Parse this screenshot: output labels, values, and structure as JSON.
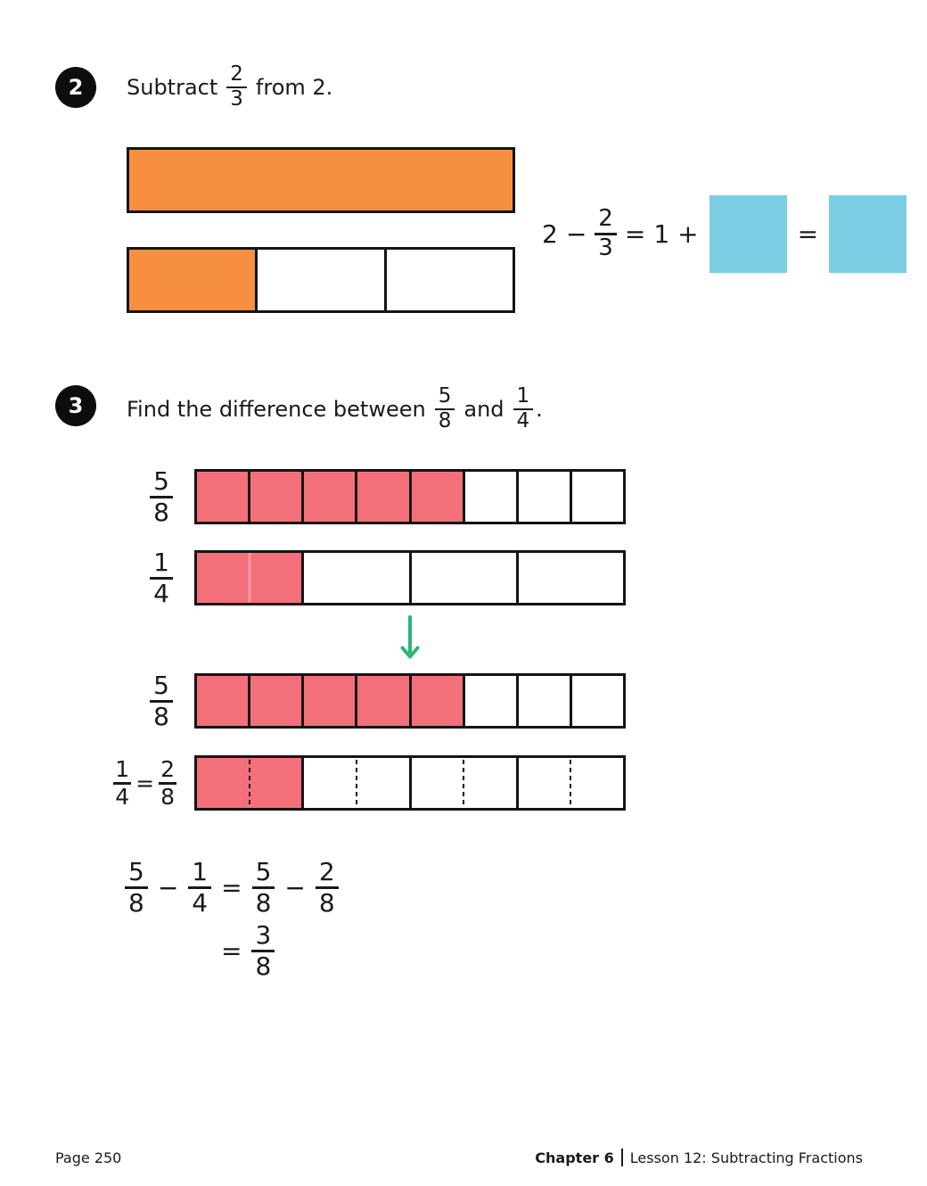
{
  "colors": {
    "orange": "#F78F40",
    "pink": "#F3707A",
    "blue": "#7BCEE4",
    "green": "#2BB673",
    "ink": "#1A1A1A"
  },
  "problem2": {
    "number": "2",
    "prompt": {
      "prefix": "Subtract",
      "frac_num": "2",
      "frac_den": "3",
      "suffix": "from 2."
    },
    "bars": {
      "whole": {
        "segments": 1,
        "filled": 1,
        "fill_key": "orange"
      },
      "thirds": {
        "segments": 3,
        "filled": 1,
        "fill_key": "orange"
      }
    },
    "equation_items": [
      {
        "type": "text",
        "v": "2"
      },
      {
        "type": "op",
        "v": "−"
      },
      {
        "type": "frac",
        "n": "2",
        "d": "3"
      },
      {
        "type": "op",
        "v": "="
      },
      {
        "type": "text",
        "v": "1"
      },
      {
        "type": "op",
        "v": "+"
      },
      {
        "type": "box"
      },
      {
        "type": "op",
        "v": "="
      },
      {
        "type": "box"
      }
    ]
  },
  "problem3": {
    "number": "3",
    "prompt": {
      "prefix": "Find the difference between",
      "frac1_num": "5",
      "frac1_den": "8",
      "mid": "and",
      "frac2_num": "1",
      "frac2_den": "4",
      "suffix": "."
    },
    "rows": [
      {
        "label_items": [
          {
            "type": "frac",
            "n": "5",
            "d": "8"
          }
        ],
        "bar": {
          "segments": 8,
          "filled": 5,
          "fill_key": "pink"
        }
      },
      {
        "label_items": [
          {
            "type": "frac",
            "n": "1",
            "d": "4"
          }
        ],
        "bar": {
          "segments": 4,
          "filled": 1,
          "fill_key": "pink",
          "seam": true
        }
      },
      {
        "label_items": [
          {
            "type": "frac",
            "n": "5",
            "d": "8"
          }
        ],
        "bar": {
          "segments": 8,
          "filled": 5,
          "fill_key": "pink"
        }
      },
      {
        "label_items": [
          {
            "type": "frac",
            "n": "1",
            "d": "4"
          },
          {
            "type": "op",
            "v": "="
          },
          {
            "type": "frac",
            "n": "2",
            "d": "8"
          }
        ],
        "bar": {
          "segments": 4,
          "filled": 1,
          "fill_key": "pink",
          "dashed_halves": true
        }
      }
    ],
    "equations": {
      "line1": [
        {
          "type": "frac",
          "n": "5",
          "d": "8"
        },
        {
          "type": "op",
          "v": "−"
        },
        {
          "type": "frac",
          "n": "1",
          "d": "4"
        },
        {
          "type": "op",
          "v": "="
        },
        {
          "type": "frac",
          "n": "5",
          "d": "8"
        },
        {
          "type": "op",
          "v": "−"
        },
        {
          "type": "frac",
          "n": "2",
          "d": "8"
        }
      ],
      "line2": [
        {
          "type": "op",
          "v": "="
        },
        {
          "type": "frac",
          "n": "3",
          "d": "8"
        }
      ]
    }
  },
  "footer": {
    "page": "Page 250",
    "chapter": "Chapter 6",
    "lesson": "Lesson 12: Subtracting Fractions"
  }
}
